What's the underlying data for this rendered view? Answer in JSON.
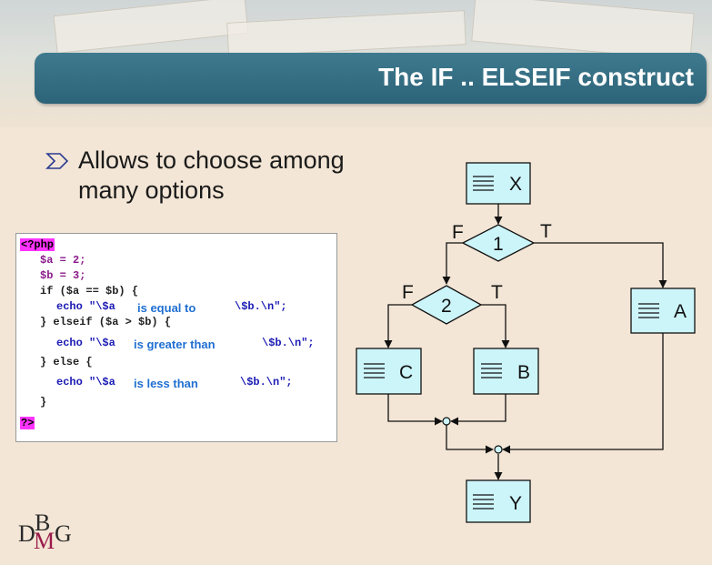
{
  "title": "The IF .. ELSEIF construct",
  "bullet": {
    "text": "Allows to choose among many options"
  },
  "code": {
    "open_tag": "<?php",
    "line_a": "$a = 2;",
    "line_b": "$b = 3;",
    "if_line": "if ($a == $b) {",
    "echo1_prefix": "echo \"\\$a",
    "echo1_msg": "is equal to",
    "echo1_suffix": "\\$b.\\n\";",
    "elseif_line": "} elseif ($a > $b) {",
    "echo2_prefix": "echo \"\\$a",
    "echo2_msg": "is greater than",
    "echo2_suffix": "\\$b.\\n\";",
    "else_line": "} else {",
    "echo3_prefix": "echo \"\\$a",
    "echo3_msg": "is less than",
    "echo3_suffix": "\\$b.\\n\";",
    "close_brace": "}",
    "close_tag": "?>"
  },
  "flowchart": {
    "box_x": "X",
    "cond1": "1",
    "cond2": "2",
    "box_a": "A",
    "box_b": "B",
    "box_c": "C",
    "box_y": "Y",
    "label_f1": "F",
    "label_t1": "T",
    "label_f2": "F",
    "label_t2": "T",
    "fill_color": "#ccf5fa"
  },
  "logo": {
    "d": "D",
    "b": "B",
    "m": "M",
    "g": "G"
  }
}
